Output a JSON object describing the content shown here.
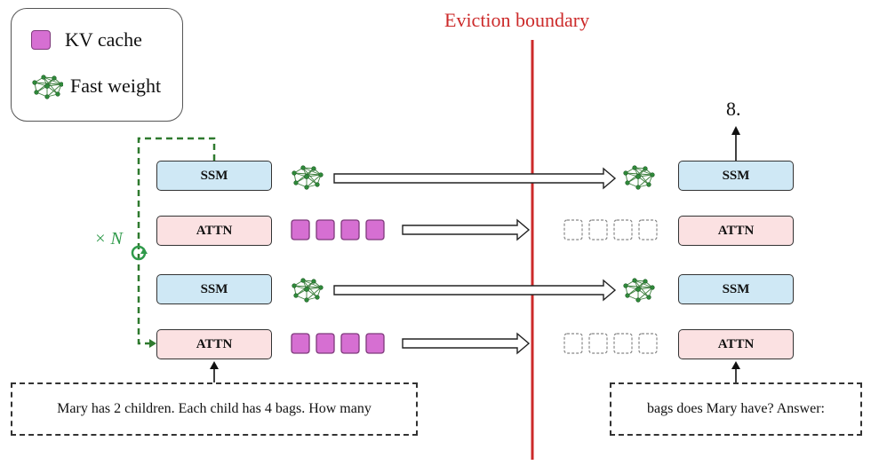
{
  "legend": {
    "kv_cache_label": "KV cache",
    "fast_weight_label": "Fast weight"
  },
  "boundary": {
    "label": "Eviction boundary",
    "color": "#cc2a2a"
  },
  "layers": {
    "left": [
      {
        "type": "ssm",
        "label": "SSM"
      },
      {
        "type": "attn",
        "label": "ATTN"
      },
      {
        "type": "ssm",
        "label": "SSM"
      },
      {
        "type": "attn",
        "label": "ATTN"
      }
    ],
    "right": [
      {
        "type": "ssm",
        "label": "SSM"
      },
      {
        "type": "attn",
        "label": "ATTN"
      },
      {
        "type": "ssm",
        "label": "SSM"
      },
      {
        "type": "attn",
        "label": "ATTN"
      }
    ]
  },
  "repeat_label": "× N",
  "prompts": {
    "left": "Mary has 2 children. Each child has 4 bags. How many",
    "right": "bags does Mary have?  Answer:"
  },
  "output": "8.",
  "colors": {
    "ssm_fill": "#cfe8f5",
    "attn_fill": "#fbe1e2",
    "kv_fill": "#d66fd2",
    "network_green": "#2f8a3a",
    "repeat_green": "#2f9a4a"
  }
}
